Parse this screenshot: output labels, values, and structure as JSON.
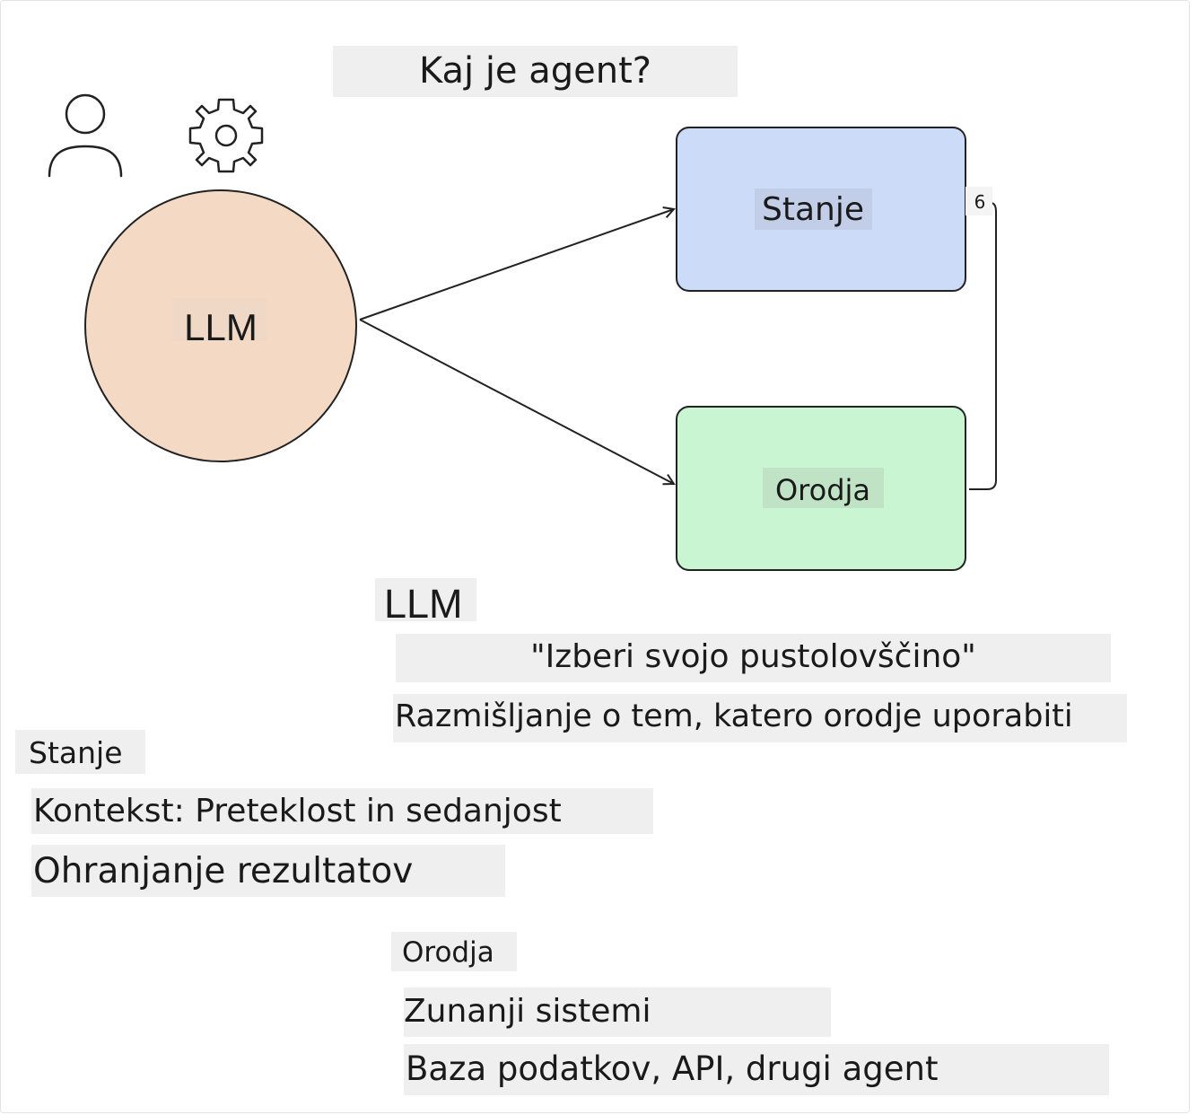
{
  "title": "Kaj je agent?",
  "diagram": {
    "llm_node": "LLM",
    "state_node": "Stanje",
    "tools_node": "Orodja",
    "connector_mark": "6",
    "colors": {
      "llm_fill": "#f4d9c4",
      "state_fill": "#ccdcf8",
      "tools_fill": "#c9f5d3",
      "stroke": "#222222",
      "label_bg": "#efefef"
    },
    "icons": [
      "person-icon",
      "gear-icon"
    ]
  },
  "sections": {
    "llm": {
      "heading": "LLM",
      "items": [
        "\"Izberi svojo pustolovščino\"",
        "Razmišljanje o tem, katero orodje uporabiti"
      ]
    },
    "state": {
      "heading": "Stanje",
      "items": [
        "Kontekst: Preteklost in sedanjost",
        "Ohranjanje rezultatov"
      ]
    },
    "tools": {
      "heading": "Orodja",
      "items": [
        "Zunanji sistemi",
        "Baza podatkov, API, drugi agent"
      ]
    }
  }
}
